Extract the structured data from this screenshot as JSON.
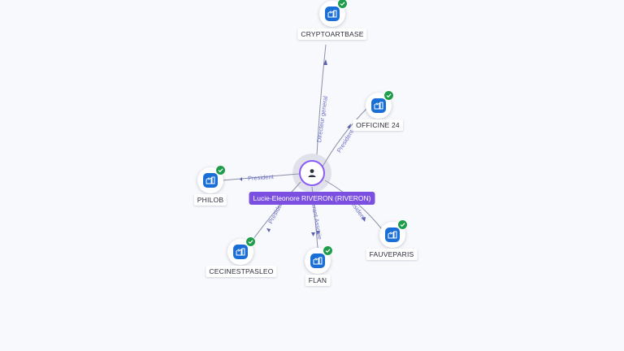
{
  "person": {
    "name": "Lucie-Eleonore RIVERON (RIVERON)",
    "icon": "person-icon"
  },
  "companies": [
    {
      "id": "cryptoartbase",
      "name": "CRYPTOARTBASE",
      "icon": "building-icon",
      "verified": true,
      "role": "Directeur general"
    },
    {
      "id": "officine24",
      "name": "OFFICINE 24",
      "icon": "building-icon",
      "verified": true,
      "role": "President"
    },
    {
      "id": "philob",
      "name": "PHILOB",
      "icon": "building-icon",
      "verified": true,
      "role": "President"
    },
    {
      "id": "cecinestpasleo",
      "name": "CECINESTPASLEO",
      "icon": "building-icon",
      "verified": true,
      "role": "President"
    },
    {
      "id": "flan",
      "name": "FLAN",
      "icon": "building-icon",
      "verified": true,
      "role": "Gerant Associe"
    },
    {
      "id": "fauveparis",
      "name": "FAUVEPARIS",
      "icon": "building-icon",
      "verified": true,
      "role": "President"
    }
  ],
  "colors": {
    "accent": "#7b4fe0",
    "company_icon": "#1a6fd6",
    "verified": "#1f9d4b",
    "edge": "#8a8fa6",
    "edge_label": "#6b6fc8"
  }
}
